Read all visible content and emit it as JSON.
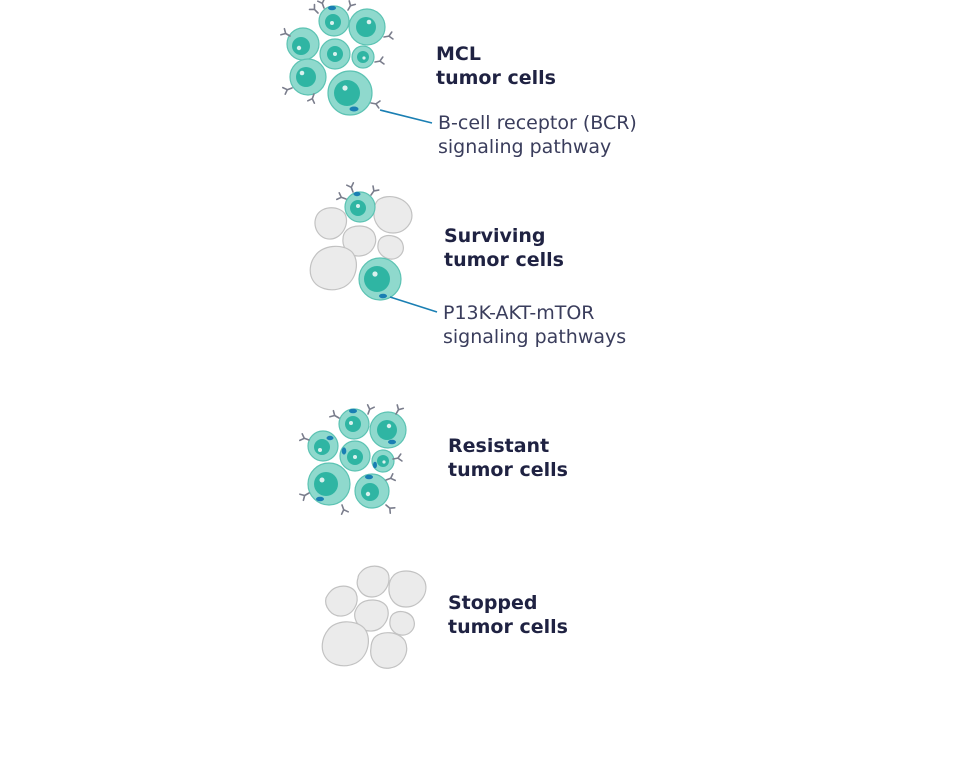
{
  "stages": [
    {
      "name": "mcl",
      "title_lines": [
        "MCL",
        "tumor cells"
      ],
      "callout_lines": [
        "B-cell receptor (BCR)",
        "signaling pathway"
      ]
    },
    {
      "name": "surviving",
      "title_lines": [
        "Surviving",
        "tumor cells"
      ],
      "callout_lines": [
        "P13K-AKT-mTOR",
        "signaling pathways"
      ]
    },
    {
      "name": "resistant",
      "title_lines": [
        "Resistant",
        "tumor cells"
      ],
      "callout_lines": []
    },
    {
      "name": "stopped",
      "title_lines": [
        "Stopped",
        "tumor cells"
      ],
      "callout_lines": []
    }
  ],
  "colors": {
    "tumor_cell_fill": "#8fd9cd",
    "tumor_cell_stroke": "#5cc3b3",
    "nucleus_fill": "#2fb5a3",
    "nucleolus_fill": "#d9f1ee",
    "receptor_patch": "#1a7fb3",
    "receptor_antenna": "#7a7d8c",
    "dead_cell_fill": "#ebebeb",
    "dead_cell_stroke": "#c2c2c2",
    "callout_line": "#1a7fb3",
    "title_text": "#1f2242",
    "callout_text": "#3a3d5c"
  }
}
